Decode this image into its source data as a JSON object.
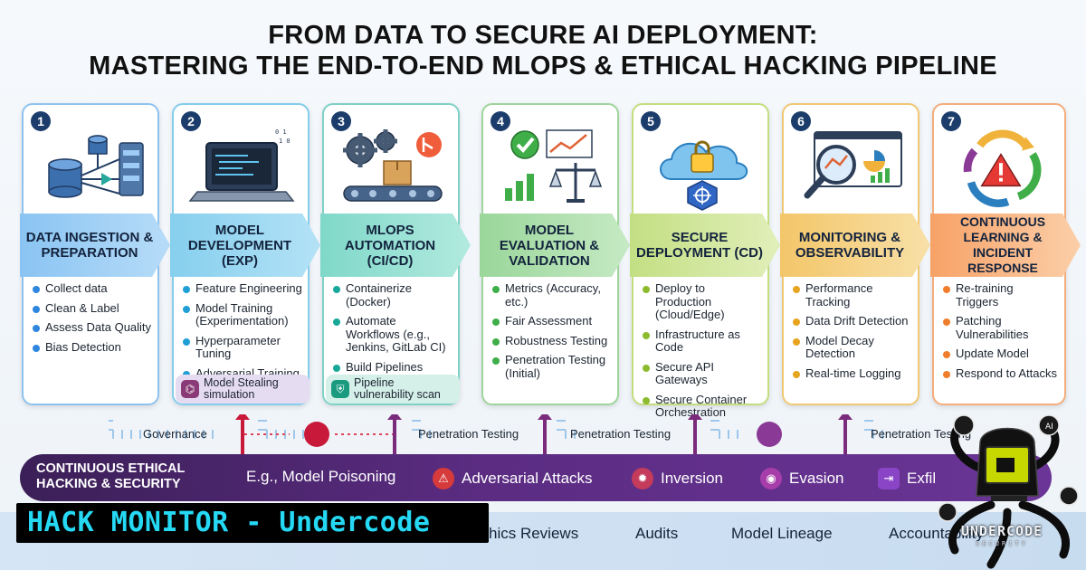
{
  "title": {
    "line1": "FROM DATA TO SECURE AI DEPLOYMENT:",
    "line2": "MASTERING THE END-TO-END MLOPS & ETHICAL HACKING PIPELINE"
  },
  "stages": [
    {
      "number": "1",
      "title": "Data Ingestion & Preparation",
      "items": [
        "Collect data",
        "Clean & Label",
        "Assess Data Quality",
        "Bias Detection"
      ],
      "accent": "#2e86de",
      "icon": "database-icon"
    },
    {
      "number": "2",
      "title": "Model Development (EXP)",
      "items": [
        "Feature Engineering",
        "Model Training (Experimentation)",
        "Hyperparameter Tuning",
        "Adversarial Training"
      ],
      "accent": "#1f9fd6",
      "icon": "laptop-icon",
      "note": "Model Stealing simulation",
      "note_icon": "spy-icon"
    },
    {
      "number": "3",
      "title": "MLOps Automation (CI/CD)",
      "items": [
        "Containerize (Docker)",
        "Automate Workflows (e.g., Jenkins, GitLab CI)",
        "Build Pipelines"
      ],
      "accent": "#18a89a",
      "icon": "gears-conveyor-icon",
      "note": "Pipeline vulnerability scan",
      "note_icon": "shield-scan-icon"
    },
    {
      "number": "4",
      "title": "Model Evaluation & Validation",
      "items": [
        "Metrics (Accuracy, etc.)",
        "Fair Assessment",
        "Robustness Testing",
        "Penetration Testing (Initial)"
      ],
      "accent": "#3fae49",
      "icon": "checkmark-chart-scale-icon"
    },
    {
      "number": "5",
      "title": "Secure Deployment (CD)",
      "items": [
        "Deploy to Production (Cloud/Edge)",
        "Infrastructure as Code",
        "Secure API Gateways",
        "Secure Container Orchestration"
      ],
      "accent": "#8dbb2e",
      "icon": "cloud-lock-icon"
    },
    {
      "number": "6",
      "title": "Monitoring & Observability",
      "items": [
        "Performance Tracking",
        "Data Drift Detection",
        "Model Decay Detection",
        "Real-time Logging"
      ],
      "accent": "#e7a51f",
      "icon": "magnifier-dashboard-icon"
    },
    {
      "number": "7",
      "title": "Continuous Learning & Incident Response",
      "items": [
        "Re-training Triggers",
        "Patching Vulnerabilities",
        "Update Model",
        "Respond to Attacks"
      ],
      "accent": "#ef7d2b",
      "icon": "cycle-alert-icon"
    }
  ],
  "lane_labels": [
    "Governance",
    "Penetration Testing",
    "Penetration Testing",
    "Penetration Testing"
  ],
  "ethics": {
    "label": "Continuous Ethical Hacking & Security",
    "items": [
      {
        "text": "E.g., Model Poisoning",
        "icon": ""
      },
      {
        "text": "Adversarial Attacks",
        "icon": "warning-icon"
      },
      {
        "text": "Inversion",
        "icon": "virus-icon"
      },
      {
        "text": "Evasion",
        "icon": "eye-icon"
      },
      {
        "text": "Exfil",
        "icon": "exit-icon"
      }
    ]
  },
  "governance": {
    "items": [
      "hics Reviews",
      "Audits",
      "Model Lineage",
      "Accountability"
    ]
  },
  "watermark": "HACK MONITOR - Undercode",
  "logo": {
    "text": "UNDERCODE",
    "sub": "SECURITY"
  }
}
